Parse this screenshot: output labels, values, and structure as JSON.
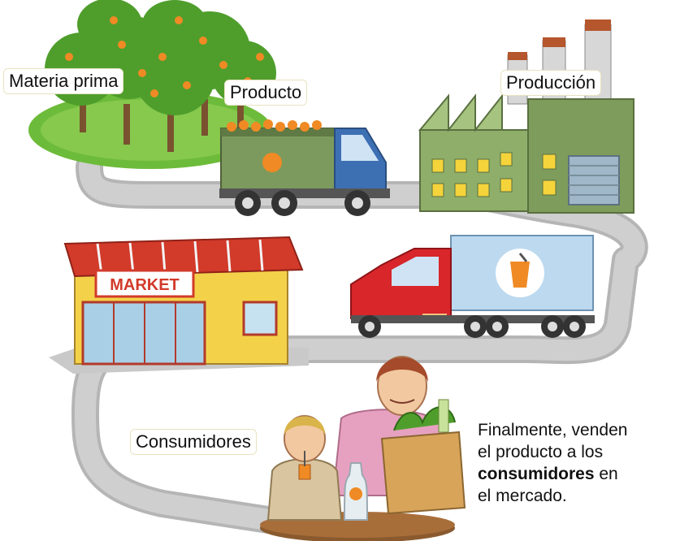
{
  "labels": {
    "materia_prima": "Materia prima",
    "producto": "Producto",
    "produccion": "Producción",
    "consumidores": "Consumidores"
  },
  "store_sign": "MARKET",
  "caption": {
    "line1": "Finalmente, venden",
    "line2": "el producto a los",
    "bold": "consumidores",
    "after_bold": " en",
    "line4": "el mercado."
  },
  "colors": {
    "road": "#b3b3b3",
    "orchard_green": "#5aa832",
    "orange": "#f08a24",
    "truck_green": "#7d9a5e",
    "truck_blue": "#3d6fb3",
    "factory_green": "#8fae6a",
    "factory_window": "#f5d33a",
    "market_red": "#d23a2a",
    "market_yellow": "#f3d24a",
    "semi_red": "#d8262b",
    "semi_trailer": "#bcd9ef"
  }
}
